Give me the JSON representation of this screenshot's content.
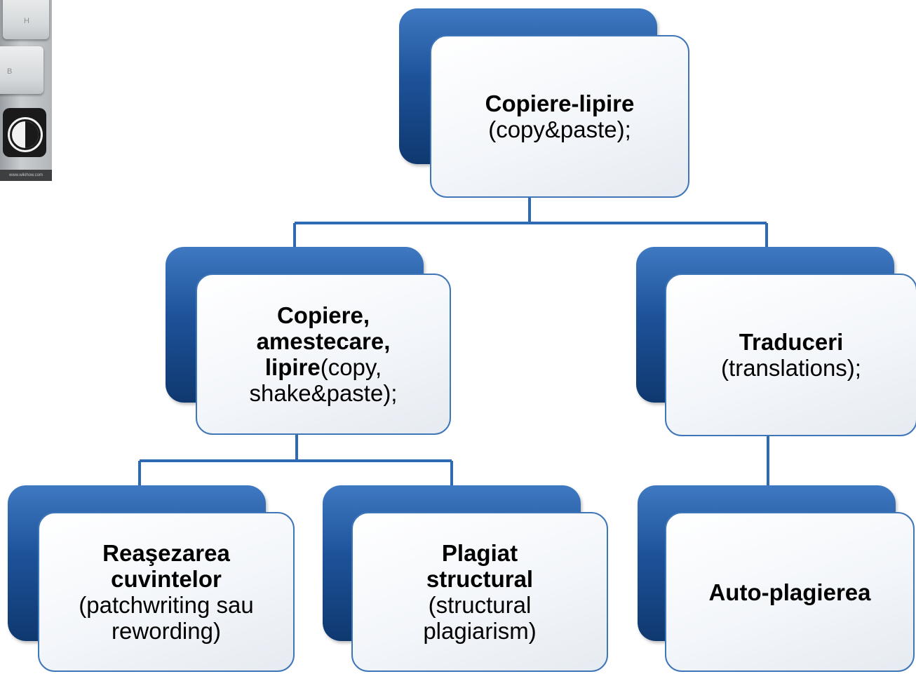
{
  "photo": {
    "keys": [
      "H",
      "B"
    ],
    "credit": "www.wikihow.com"
  },
  "diagram": {
    "root": {
      "bold": "Copiere-lipire",
      "normal": "(copy&paste);"
    },
    "left": {
      "bold": "Copiere, amestecare, lipire",
      "normal": "(copy, shake&paste);"
    },
    "right": {
      "bold": "Traduceri",
      "normal": "(translations);"
    },
    "leaf1": {
      "bold": "Reaşezarea cuvintelor",
      "normal": "(patchwriting sau rewording)"
    },
    "leaf2": {
      "bold": "Plagiat structural",
      "normal": "(structural plagiarism)"
    },
    "leaf3": {
      "bold": "Auto-plagierea",
      "normal": ""
    }
  },
  "colors": {
    "box_back": "#1d5299",
    "box_border": "#3f76b8",
    "connector": "#2e69b3"
  }
}
